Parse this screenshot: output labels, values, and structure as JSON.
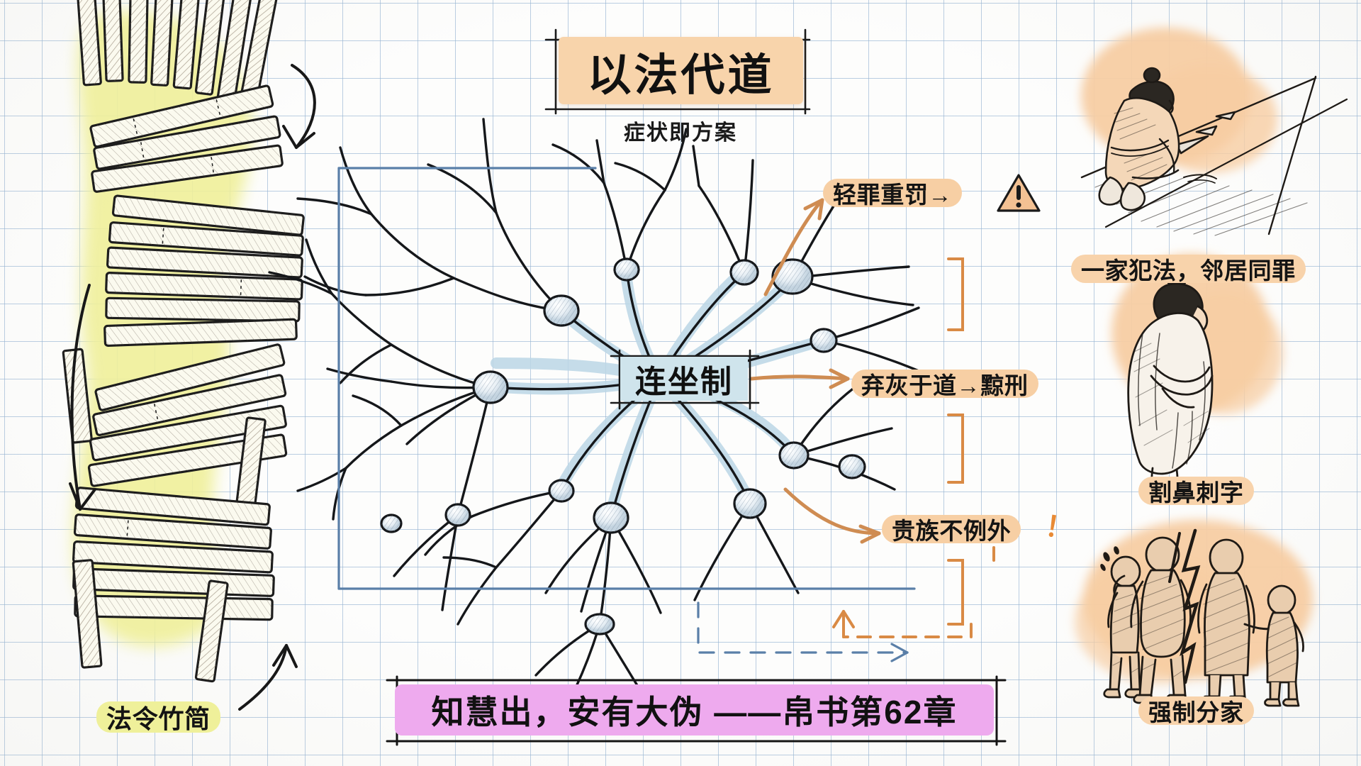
{
  "title": {
    "main": "以法代道",
    "subtitle": "症状即方案"
  },
  "center": {
    "label": "连坐制"
  },
  "branches": [
    {
      "id": "branch-1",
      "label": "轻罪重罚→",
      "icon": "warning-triangle-icon",
      "accent": "#d98a45"
    },
    {
      "id": "branch-2",
      "label": "弃灰于道→黥刑",
      "accent": "#d98a45"
    },
    {
      "id": "branch-3",
      "label": "贵族不例外",
      "suffix": "！",
      "accent": "#d98a45"
    }
  ],
  "quote": {
    "text": "知慧出，安有大伪 ——帛书第62章",
    "highlight": "#eeaaee"
  },
  "captions": {
    "bamboo": "法令竹简",
    "right_1": "一家犯法，邻居同罪",
    "right_2": "割鼻刺字",
    "right_3": "强制分家"
  },
  "illustrations": [
    {
      "name": "bamboo-slips-illustration",
      "highlight": "#eff09a"
    },
    {
      "name": "kneeling-person-sweeping-ash-illustration",
      "blob": "#f7cda3"
    },
    {
      "name": "bowing-person-punished-illustration",
      "blob": "#f7cda3"
    },
    {
      "name": "family-split-apart-illustration",
      "blob": "#f7cda3"
    }
  ],
  "colors": {
    "orange_highlight": "#f8d3ab",
    "yellow_highlight": "#eff09a",
    "pink_highlight": "#eeaaee",
    "blue_chip": "#cfe4ec",
    "grid_line": "#96b4d2",
    "accent_orange": "#d98a45",
    "accent_blue": "#5a7fa8",
    "ink": "#1a1a1a"
  }
}
